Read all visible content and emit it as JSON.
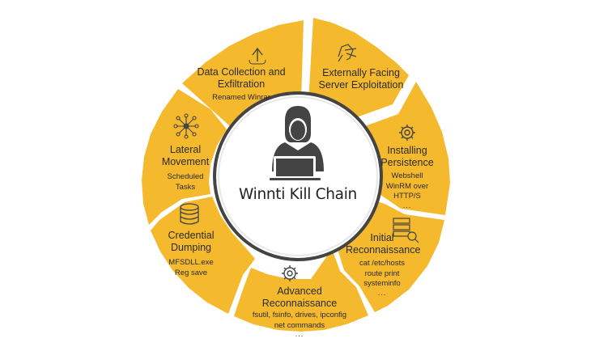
{
  "center": {
    "title": "Winnti Kill Chain"
  },
  "segments": [
    {
      "title": "Externally Facing Server Exploitation",
      "details": []
    },
    {
      "title": "Installing Persistence",
      "details": [
        "Webshell",
        "WinRM over HTTP/S",
        "..."
      ]
    },
    {
      "title": "Initial Reconnaissance",
      "details": [
        "cat /etc/hosts",
        "route print",
        "systeminfo",
        "..."
      ]
    },
    {
      "title": "Advanced Reconnaissance",
      "details": [
        "fsutil, fsinfo, drives, ipconfig",
        "net commands",
        "..."
      ]
    },
    {
      "title": "Credential Dumping",
      "details": [
        "MFSDLL.exe",
        "Reg save"
      ]
    },
    {
      "title": "Lateral Movement",
      "details": [
        "Scheduled Tasks"
      ]
    },
    {
      "title": "Data Collection and Exfiltration",
      "details": [
        "Renamed Winrar"
      ]
    }
  ],
  "colors": {
    "segment": "#f4b92d",
    "center_ring": "#444444",
    "icon": "#444444",
    "background": "#ffffff"
  },
  "icons": [
    "exploit-icon",
    "gear-persistence-icon",
    "server-search-icon",
    "gear-recon-icon",
    "database-icon",
    "network-icon",
    "upload-icon",
    "hacker-icon"
  ]
}
